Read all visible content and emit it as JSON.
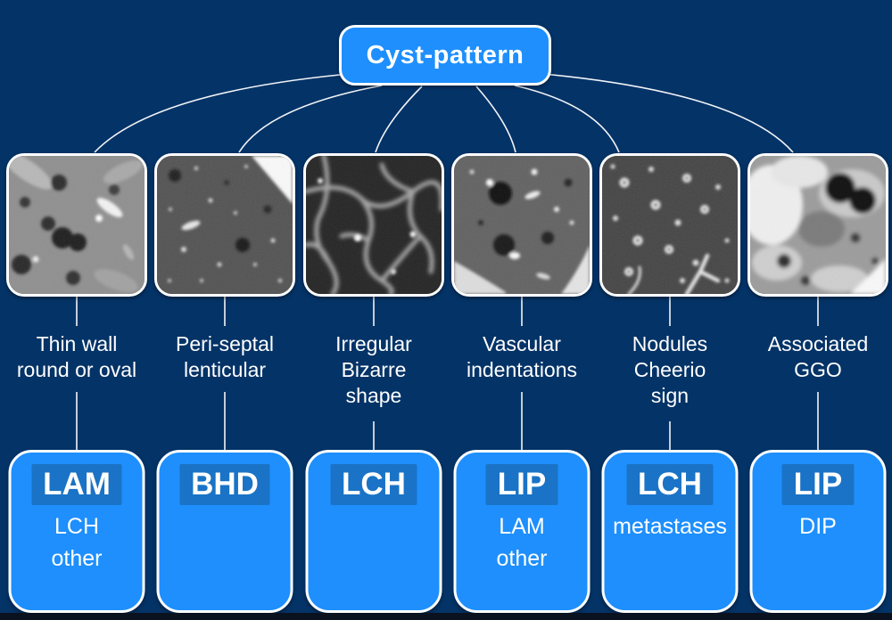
{
  "root": {
    "label": "Cyst-pattern"
  },
  "colors": {
    "background": "#043367",
    "node_blue": "#1e8ffd",
    "badge_blue": "#1a73c6",
    "border_white": "#ffffff",
    "connector_white": "#ffffff",
    "footer_strip": "#0a1220"
  },
  "columns": [
    {
      "image_alt": "CT thumbnail: thin-walled round and oval cysts",
      "feature_lines": [
        "Thin wall",
        "round or oval"
      ],
      "diagnosis": {
        "primary": "LAM",
        "secondary": [
          "LCH",
          "other"
        ]
      }
    },
    {
      "image_alt": "CT thumbnail: peri-septal lenticular cysts",
      "feature_lines": [
        "Peri-septal",
        "lenticular"
      ],
      "diagnosis": {
        "primary": "BHD",
        "secondary": []
      }
    },
    {
      "image_alt": "CT thumbnail: irregular bizarre shaped cysts",
      "feature_lines": [
        "Irregular",
        "Bizarre",
        "shape"
      ],
      "diagnosis": {
        "primary": "LCH",
        "secondary": []
      }
    },
    {
      "image_alt": "CT thumbnail: cysts with vascular indentations",
      "feature_lines": [
        "Vascular",
        "indentations"
      ],
      "diagnosis": {
        "primary": "LIP",
        "secondary": [
          "LAM",
          "other"
        ]
      }
    },
    {
      "image_alt": "CT thumbnail: nodules with cheerio sign",
      "feature_lines": [
        "Nodules",
        "Cheerio",
        "sign"
      ],
      "diagnosis": {
        "primary": "LCH",
        "secondary": [
          "metastases"
        ]
      }
    },
    {
      "image_alt": "CT thumbnail: cysts with associated ground-glass opacity",
      "feature_lines": [
        "Associated",
        "GGO"
      ],
      "diagnosis": {
        "primary": "LIP",
        "secondary": [
          "DIP"
        ]
      }
    }
  ]
}
